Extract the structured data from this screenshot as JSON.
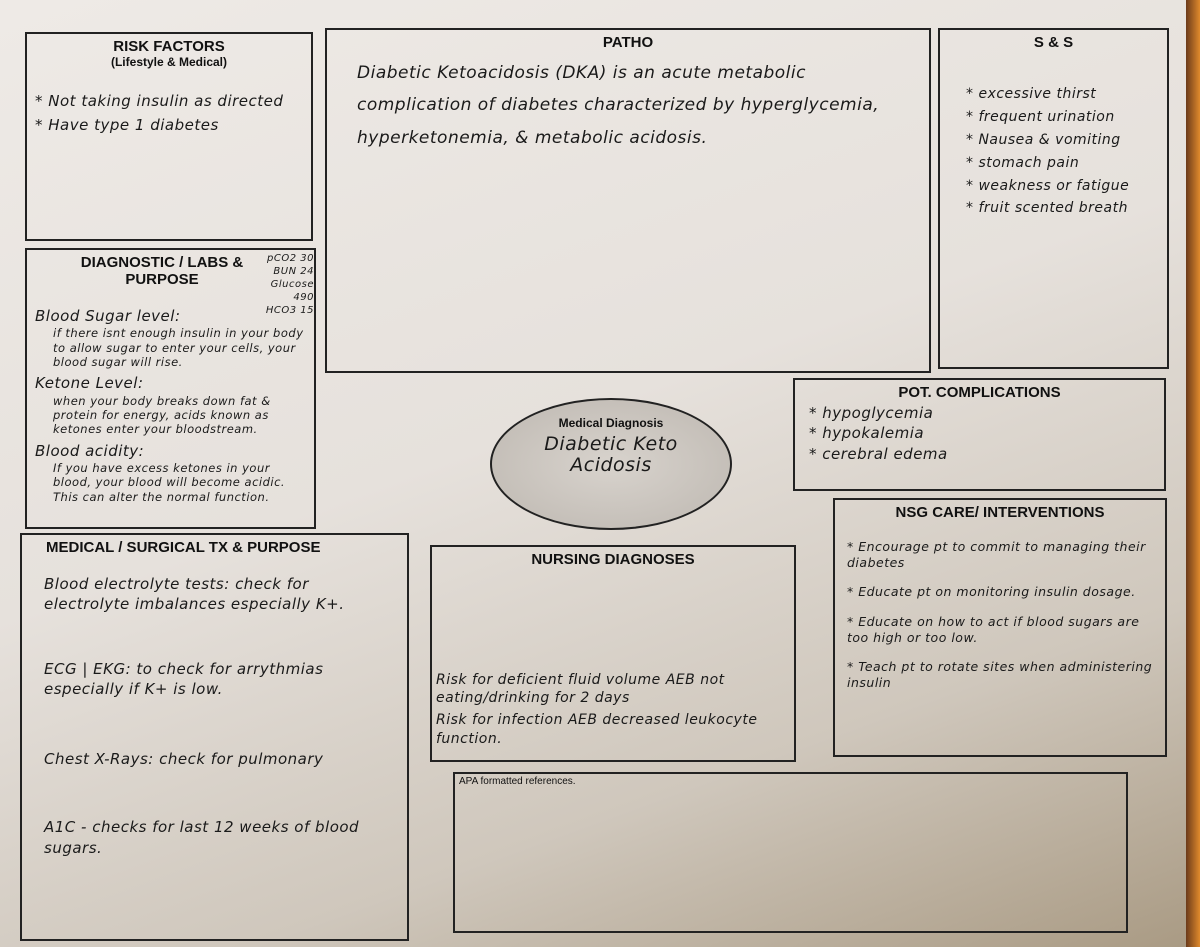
{
  "risk_factors": {
    "title": "RISK FACTORS",
    "subtitle": "(Lifestyle & Medical)",
    "items": [
      "* Not taking insulin as directed",
      "* Have type 1 diabetes"
    ]
  },
  "patho": {
    "title": "PATHO",
    "text": "Diabetic Ketoacidosis (DKA) is an acute metabolic complication of diabetes characterized by hyperglycemia, hyperketonemia, & metabolic acidosis."
  },
  "signs_symptoms": {
    "title": "S & S",
    "items": [
      "* excessive thirst",
      "* frequent urination",
      "* Nausea & vomiting",
      "* stomach pain",
      "* weakness or fatigue",
      "* fruit scented breath"
    ]
  },
  "diagnostics": {
    "title": "DIAGNOSTIC / LABS & PURPOSE",
    "lab_values": [
      "pCO2 30",
      "BUN 24",
      "Glucose 490",
      "HCO3 15"
    ],
    "items": [
      {
        "label": "Blood Sugar level:",
        "text": "if there isnt enough insulin in your body to allow sugar to enter your cells, your blood sugar will rise."
      },
      {
        "label": "Ketone Level:",
        "text": "when your body breaks down fat & protein for energy, acids known as ketones enter your bloodstream."
      },
      {
        "label": "Blood acidity:",
        "text": "If you have excess ketones in your blood, your blood will become acidic. This can alter the normal function."
      }
    ]
  },
  "medical_diagnosis": {
    "title": "Medical Diagnosis",
    "value": "Diabetic Keto Acidosis"
  },
  "complications": {
    "title": "POT. COMPLICATIONS",
    "items": [
      "* hypoglycemia",
      "* hypokalemia",
      "* cerebral edema"
    ]
  },
  "nsg_care": {
    "title": "NSG CARE/ INTERVENTIONS",
    "items": [
      "* Encourage pt to commit to managing their diabetes",
      "* Educate pt on monitoring insulin dosage.",
      "* Educate on how to act if blood sugars are too high or too low.",
      "* Teach pt to rotate sites when administering insulin"
    ]
  },
  "medical_surgical": {
    "title": "MEDICAL / SURGICAL TX & PURPOSE",
    "items": [
      "Blood electrolyte tests: check for electrolyte imbalances especially K+.",
      "ECG | EKG: to check for arrythmias especially if K+ is low.",
      "Chest X-Rays: check for pulmonary",
      "A1C - checks for last 12 weeks of blood sugars."
    ]
  },
  "nursing_diagnoses": {
    "title": "NURSING DIAGNOSES",
    "items": [
      "Risk for deficient fluid volume AEB not eating/drinking for 2 days",
      "Risk for infection AEB decreased leukocyte function."
    ]
  },
  "references": {
    "title": "APA formatted references."
  }
}
